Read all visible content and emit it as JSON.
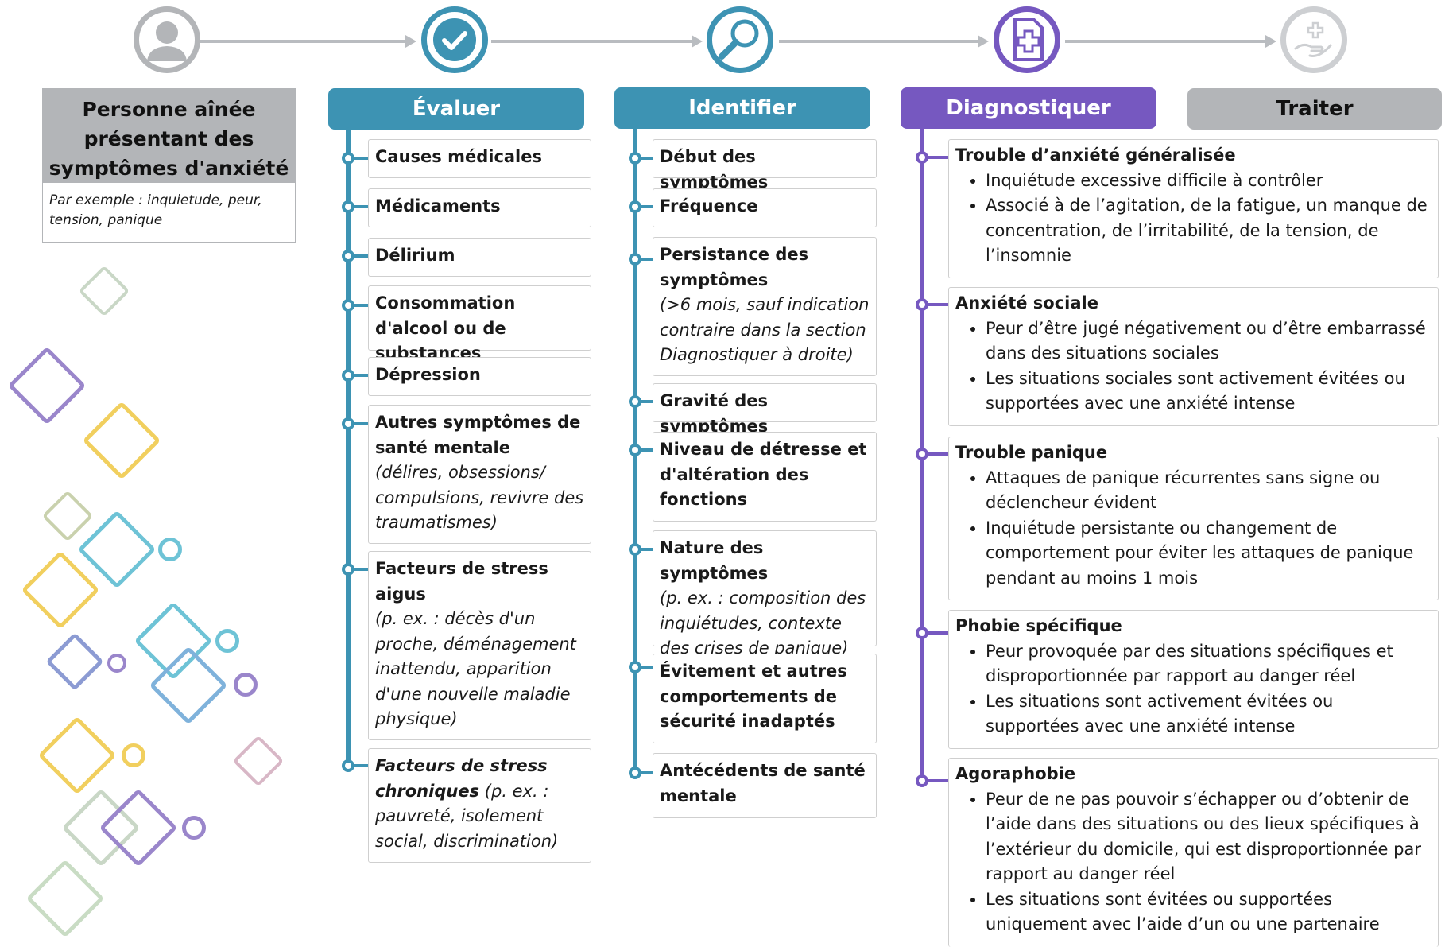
{
  "colors": {
    "grey": "#b3b5b8",
    "blue": "#3d93b3",
    "purple": "#7658c0",
    "dark_grey_text": "#1a1a1a",
    "line_grey": "#b9bcc0"
  },
  "icons": {
    "person": "person-icon",
    "evaluate": "checkmark-icon",
    "identify": "magnifier-icon",
    "diagnose": "medical-document-icon",
    "treat": "hand-care-icon"
  },
  "person_card": {
    "title": "Personne aînée présentant des symptômes d'anxiété",
    "example": "Par exemple : inquietude, peur, tension, panique"
  },
  "evaluer": {
    "header": "Évaluer",
    "items": [
      {
        "bold": "Causes médicales",
        "italic": ""
      },
      {
        "bold": "Médicaments",
        "italic": ""
      },
      {
        "bold": "Délirium",
        "italic": ""
      },
      {
        "bold": "Consommation d'alcool ou de substances",
        "italic": ""
      },
      {
        "bold": "Dépression",
        "italic": ""
      },
      {
        "bold": "Autres symptômes de santé mentale",
        "italic": "(délires, obsessions/ compulsions, revivre des traumatismes)"
      },
      {
        "bold": "Facteurs de stress aigus",
        "italic": "(p. ex. : décès d'un proche, déménagement inattendu, apparition d'une nouvelle maladie physique)"
      },
      {
        "bold": "Facteurs de stress chroniques",
        "italic": "(p. ex. : pauvreté, isolement social, discrimination)"
      }
    ]
  },
  "identifier": {
    "header": "Identifier",
    "items": [
      {
        "bold": "Début des symptômes",
        "italic": ""
      },
      {
        "bold": "Fréquence",
        "italic": ""
      },
      {
        "bold": "Persistance des symptômes",
        "italic": "(>6 mois, sauf indication contraire dans la section Diagnostiquer à droite)"
      },
      {
        "bold": "Gravité des symptômes",
        "italic": ""
      },
      {
        "bold": "Niveau de détresse et d'altération des fonctions",
        "italic": ""
      },
      {
        "bold": "Nature des symptômes",
        "italic": "(p. ex. : composition des inquiétudes, contexte des crises de panique)"
      },
      {
        "bold": "Évitement et autres comportements de sécurité inadaptés",
        "italic": ""
      },
      {
        "bold": "Antécédents de santé mentale",
        "italic": ""
      }
    ]
  },
  "diagnostiquer": {
    "header": "Diagnostiquer",
    "items": [
      {
        "title": "Trouble d’anxiété généralisée",
        "bullets": [
          "Inquiétude excessive difficile à contrôler",
          "Associé à de l’agitation, de la fatigue, un manque de concentration, de l’irritabilité, de la tension, de l’insomnie"
        ]
      },
      {
        "title": "Anxiété sociale",
        "bullets": [
          "Peur d’être jugé négativement ou d’être embarrassé dans des situations sociales",
          "Les situations sociales sont activement évitées ou supportées avec une anxiété intense"
        ]
      },
      {
        "title": "Trouble panique",
        "bullets": [
          "Attaques de panique récurrentes sans signe ou déclencheur évident",
          "Inquiétude persistante ou changement de comportement pour éviter les attaques de panique pendant au moins 1 mois"
        ]
      },
      {
        "title": "Phobie spécifique",
        "bullets": [
          "Peur provoquée par des situations spécifiques et disproportionnée par rapport au danger réel",
          "Les situations sont activement évitées ou supportées avec une anxiété intense"
        ]
      },
      {
        "title": "Agoraphobie",
        "bullets": [
          "Peur de ne pas pouvoir s’échapper ou d’obtenir de l’aide dans des situations ou des lieux spécifiques à l’extérieur du domicile, qui est disproportionnée par rapport au danger réel",
          "Les situations sont évitées ou supportées uniquement avec l’aide d’un ou une partenaire"
        ]
      }
    ]
  },
  "traiter": {
    "header": "Traiter"
  }
}
